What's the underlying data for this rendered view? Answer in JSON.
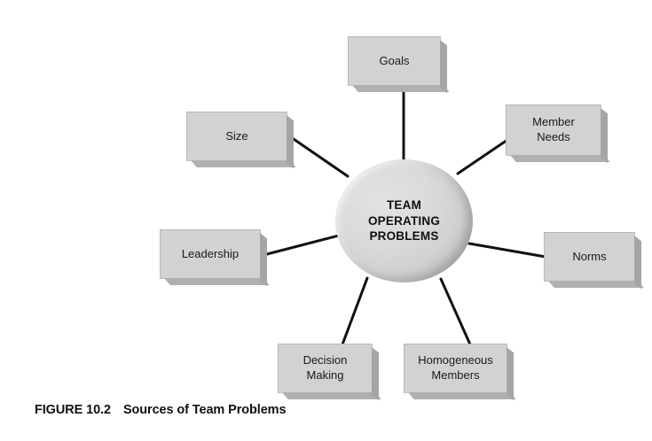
{
  "figure": {
    "caption_label": "FIGURE 10.2",
    "caption_title": "Sources of Team Problems"
  },
  "hub": {
    "line1": "TEAM",
    "line2": "OPERATING",
    "line3": "PROBLEMS"
  },
  "nodes": [
    {
      "id": "goals",
      "label": "Goals",
      "line1": "Goals",
      "line2": ""
    },
    {
      "id": "member-needs",
      "label": "Member Needs",
      "line1": "Member",
      "line2": "Needs"
    },
    {
      "id": "norms",
      "label": "Norms",
      "line1": "Norms",
      "line2": ""
    },
    {
      "id": "homogeneous-members",
      "label": "Homogeneous Members",
      "line1": "Homogeneous",
      "line2": "Members"
    },
    {
      "id": "decision-making",
      "label": "Decision Making",
      "line1": "Decision",
      "line2": "Making"
    },
    {
      "id": "leadership",
      "label": "Leadership",
      "line1": "Leadership",
      "line2": ""
    },
    {
      "id": "size",
      "label": "Size",
      "line1": "Size",
      "line2": ""
    }
  ],
  "colors": {
    "box_fill": "#d2d2d2",
    "box_bevel": "#a5a5a5",
    "hub_fill": "#d9d9d9",
    "connector": "#111111",
    "text": "#1a1a1a",
    "background": "#ffffff"
  }
}
